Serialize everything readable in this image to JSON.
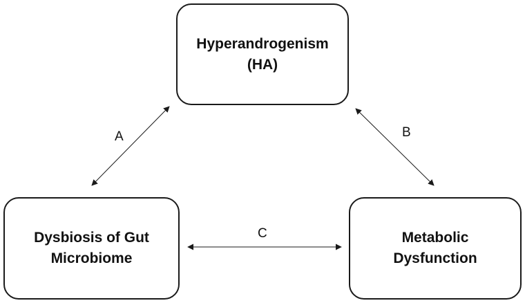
{
  "nodes": {
    "top": {
      "line1": "Hyperandrogenism",
      "line2": "(HA)"
    },
    "left": {
      "line1": "Dysbiosis of Gut",
      "line2": "Microbiome"
    },
    "right": {
      "line1": "Metabolic",
      "line2": "Dysfunction"
    }
  },
  "edges": {
    "a": "A",
    "b": "B",
    "c": "C"
  },
  "colors": {
    "stroke": "#1a1a1a",
    "text": "#111111",
    "background": "#ffffff"
  }
}
